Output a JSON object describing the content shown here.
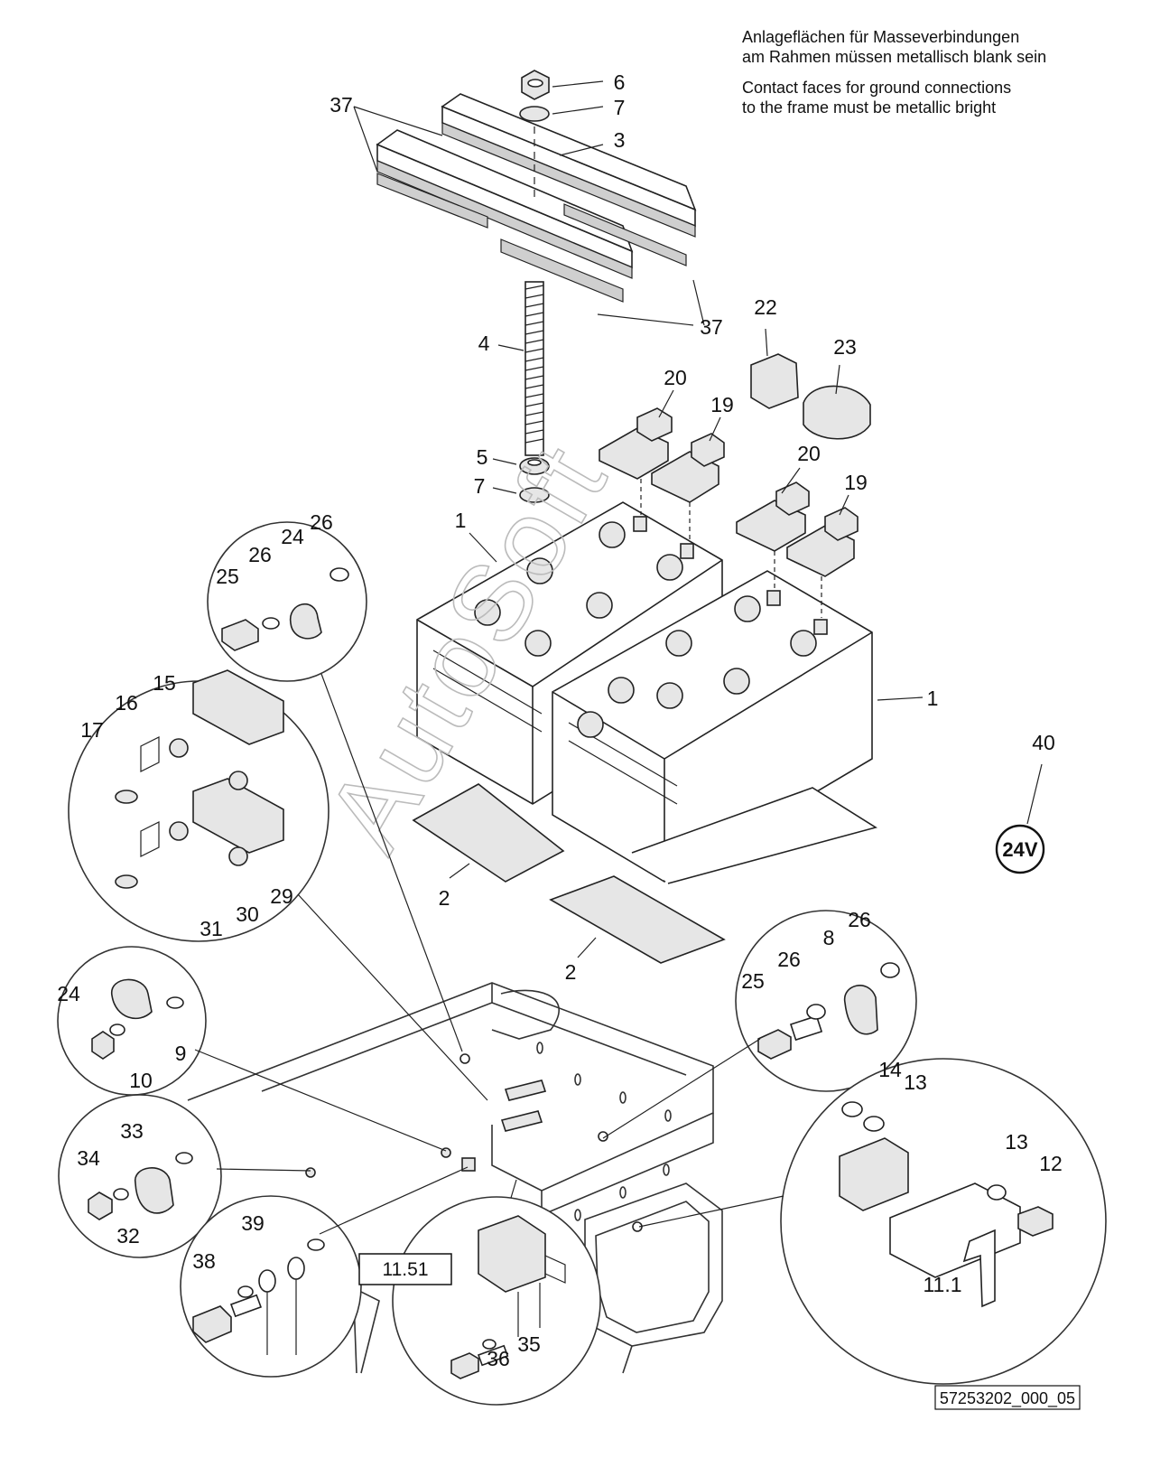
{
  "note": {
    "german_line1": "Anlageflächen für Masseverbindungen",
    "german_line2": "am Rahmen müssen metallisch blank sein",
    "english_line1": "Contact faces for ground connections",
    "english_line2": "to the frame must be metallic bright"
  },
  "voltage_badge": "24V",
  "reference_box": "11.51",
  "drawing_number": "57253202_000_05",
  "watermark": "AutoSoft",
  "callouts": {
    "c1a": "1",
    "c1b": "1",
    "c2a": "2",
    "c2b": "2",
    "c3": "3",
    "c4": "4",
    "c5": "5",
    "c6": "6",
    "c7a": "7",
    "c7b": "7",
    "c8": "8",
    "c9": "9",
    "c10": "10",
    "c11_1": "11.1",
    "c12": "12",
    "c13a": "13",
    "c13b": "13",
    "c14": "14",
    "c15": "15",
    "c16": "16",
    "c17": "17",
    "c19a": "19",
    "c19b": "19",
    "c20a": "20",
    "c20b": "20",
    "c22": "22",
    "c23": "23",
    "c24a": "24",
    "c24b": "24",
    "c25a": "25",
    "c25b": "25",
    "c26a": "26",
    "c26b": "26",
    "c26c": "26",
    "c26d": "26",
    "c29": "29",
    "c30": "30",
    "c31": "31",
    "c32": "32",
    "c33": "33",
    "c34": "34",
    "c35": "35",
    "c36": "36",
    "c37a": "37",
    "c37b": "37",
    "c38": "38",
    "c39": "39",
    "c40": "40"
  }
}
